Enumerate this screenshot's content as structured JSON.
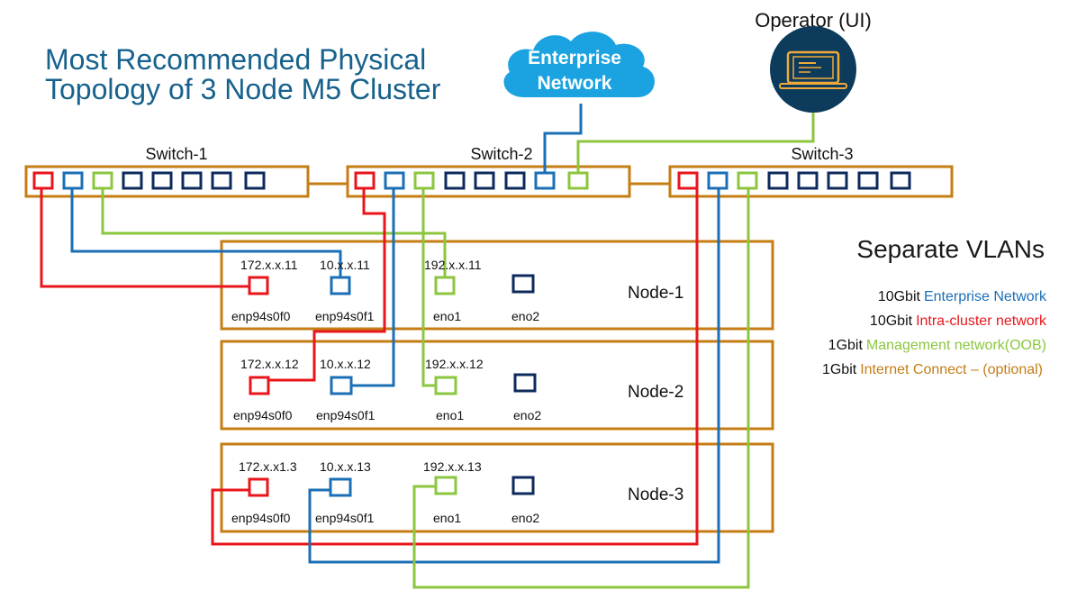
{
  "title": {
    "line1": "Most Recommended Physical",
    "line2": "Topology of 3 Node M5 Cluster"
  },
  "colors": {
    "orange": "#c57d14",
    "red": "#e8161b",
    "blue": "#1b6fb6",
    "green": "#8cc63f",
    "navy": "#0d2a5c",
    "cloud": "#1aa3e0",
    "title": "#17628d"
  },
  "cloud": {
    "line1": "Enterprise",
    "line2": "Network",
    "icon": "cloud-icon"
  },
  "operator": {
    "label": "Operator (UI)",
    "icon": "laptop-icon"
  },
  "switches": [
    {
      "label": "Switch-1"
    },
    {
      "label": "Switch-2"
    },
    {
      "label": "Switch-3"
    }
  ],
  "nodes": [
    {
      "label": "Node-1",
      "ips": [
        "172.x.x.11",
        "10.x.x.11",
        "192.x.x.11"
      ],
      "ports": [
        "enp94s0f0",
        "enp94s0f1",
        "eno1",
        "eno2"
      ]
    },
    {
      "label": "Node-2",
      "ips": [
        "172.x.x.12",
        "10.x.x.12",
        "192.x.x.12"
      ],
      "ports": [
        "enp94s0f0",
        "enp94s0f1",
        "eno1",
        "eno2"
      ]
    },
    {
      "label": "Node-3",
      "ips": [
        "172.x.x1.3",
        "10.x.x.13",
        "192.x.x.13"
      ],
      "ports": [
        "enp94s0f0",
        "enp94s0f1",
        "eno1",
        "eno2"
      ]
    }
  ],
  "legend": {
    "heading": "Separate VLANs",
    "items": [
      {
        "speed": "10Gbit",
        "label": "Enterprise Network"
      },
      {
        "speed": "10Gbit",
        "label": "Intra-cluster network"
      },
      {
        "speed": "1Gbit",
        "label": "Management network(OOB)"
      },
      {
        "speed": "1Gbit",
        "label": "Internet Connect – (optional)"
      }
    ]
  }
}
